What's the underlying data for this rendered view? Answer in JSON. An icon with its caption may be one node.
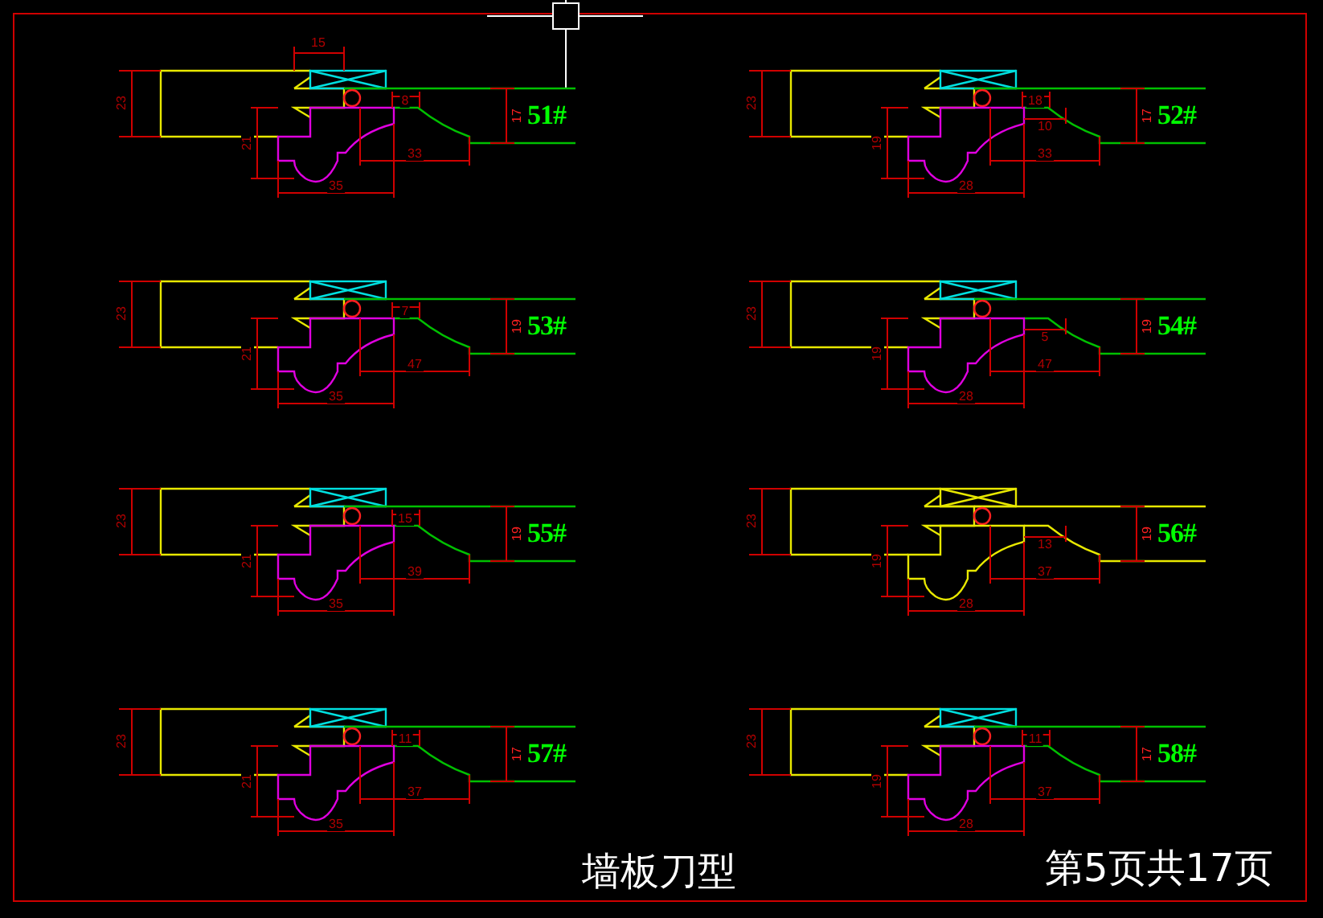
{
  "diagram": {
    "title": "墙板刀型",
    "labels": [
      "51#",
      "23",
      "15",
      "8",
      "17",
      "21",
      "33",
      "35",
      "52#",
      "23",
      "18",
      "10",
      "17",
      "19",
      "33",
      "28",
      "53#",
      "23",
      "7",
      "19",
      "21",
      "47",
      "35",
      "54#",
      "23",
      "5",
      "19",
      "19",
      "47",
      "28",
      "55#",
      "23",
      "15",
      "19",
      "21",
      "39",
      "35",
      "56#",
      "23",
      "13",
      "19",
      "19",
      "37",
      "28",
      "57#",
      "23",
      "11",
      "17",
      "21",
      "37",
      "35",
      "58#",
      "23",
      "11",
      "17",
      "19",
      "37",
      "28",
      "第5页共17页"
    ]
  }
}
